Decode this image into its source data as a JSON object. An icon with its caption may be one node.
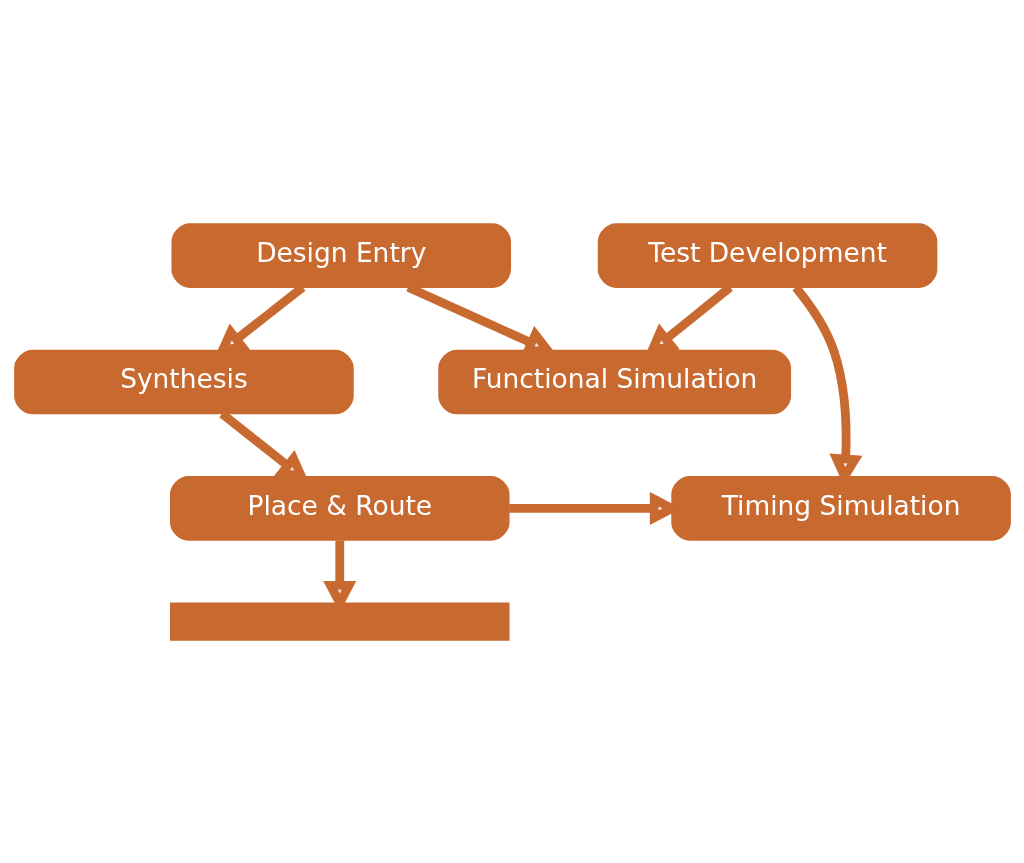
{
  "diagram": {
    "nodes": [
      {
        "text": [
          "Design Entry"
        ]
      },
      {
        "text": [
          "Test Development"
        ]
      },
      {
        "text": [
          "Functional Simulation"
        ]
      },
      {
        "text": [
          "Synthesis"
        ]
      },
      {
        "text": [
          "Place & Route"
        ]
      },
      {
        "text": [
          "Timing Simulation"
        ]
      },
      {
        "text": [],
        "shape": "chip"
      }
    ],
    "edges": [
      {
        "from": 0,
        "to": 3,
        "arrow": "to"
      },
      {
        "from": 0,
        "to": 2,
        "arrow": "to"
      },
      {
        "from": 1,
        "to": 2,
        "arrow": "to"
      },
      {
        "from": 1,
        "to": 5,
        "arrow": "to"
      },
      {
        "from": 3,
        "to": 4,
        "arrow": "to"
      },
      {
        "from": 4,
        "to": 5,
        "arrow": "to"
      },
      {
        "from": 4,
        "to": 6,
        "arrow": "to"
      }
    ]
  }
}
